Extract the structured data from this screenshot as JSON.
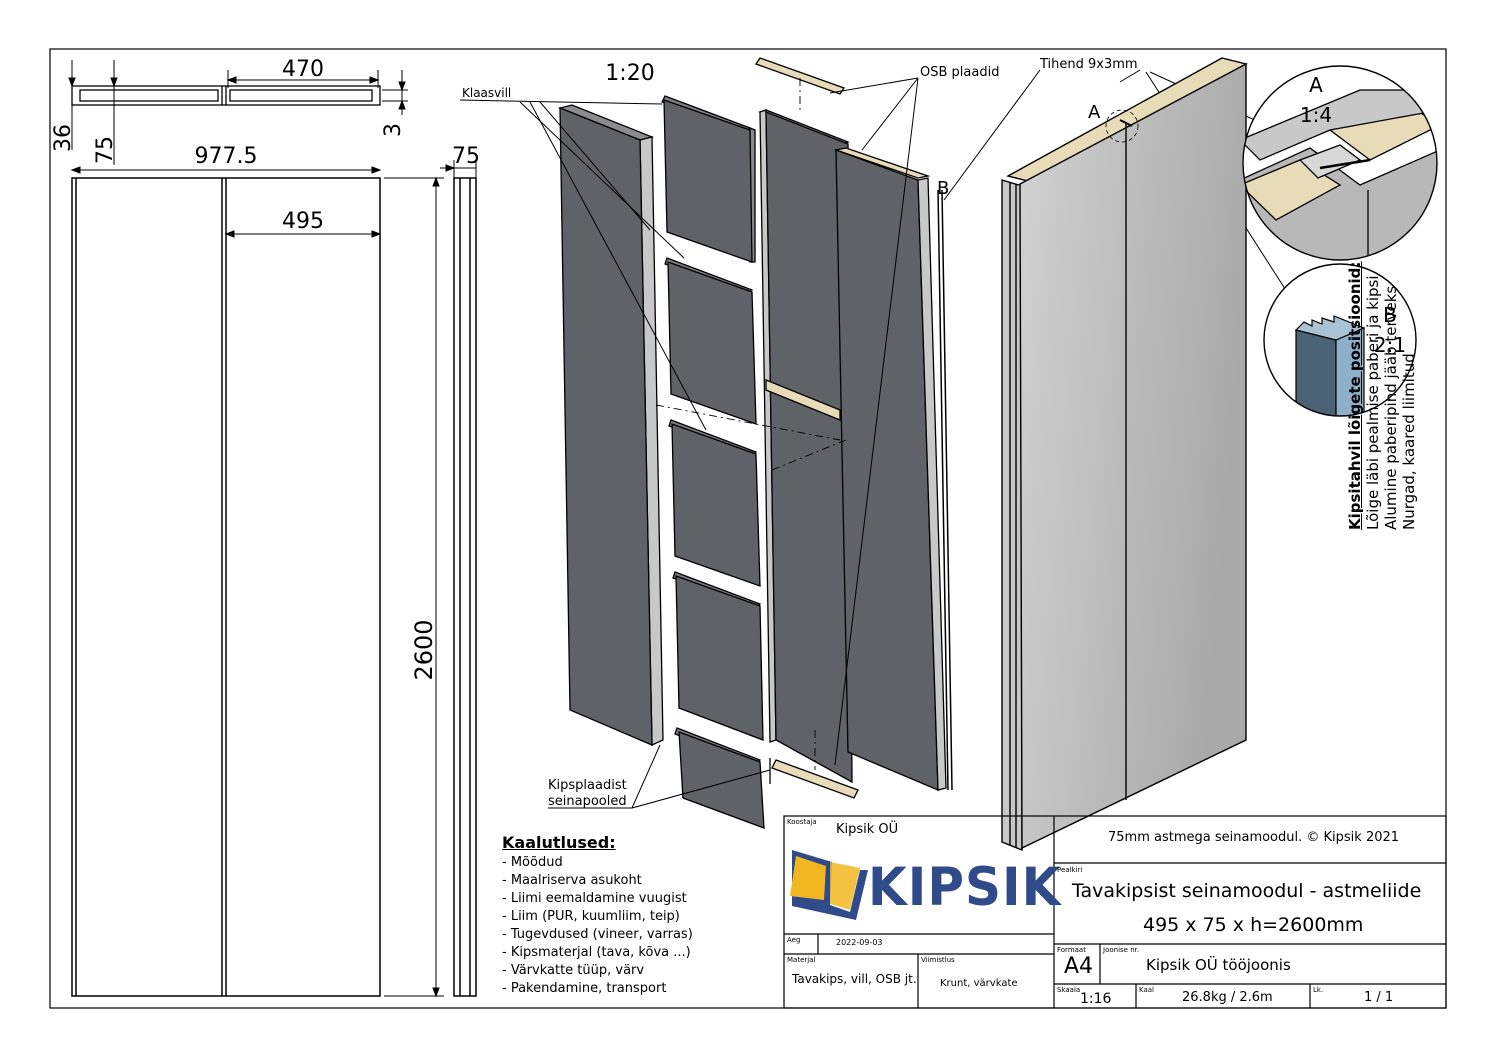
{
  "dimensions": {
    "d470": "470",
    "d36": "36",
    "d75_top": "75",
    "d3": "3",
    "d977": "977.5",
    "d75_side": "75",
    "d495": "495",
    "d2600": "2600"
  },
  "scale_label": "1:20",
  "labels": {
    "klaasvill": "Klaasvill",
    "osb": "OSB plaadid",
    "tihend": "Tihend 9x3mm",
    "kips_line1": "Kipsplaadist",
    "kips_line2": "seinapooled",
    "marker_a": "A",
    "marker_b": "B"
  },
  "details": {
    "a_letter": "A",
    "a_scale": "1:4",
    "b_letter": "B",
    "b_scale": "2:1"
  },
  "vertical_note": {
    "title": "Kipsitahvil lõigete positsioonid:",
    "line1": "Lõige läbi pealmise paberi ja kipsi",
    "line2": "Alumine paberipind jääb terveks",
    "line3": "Nurgad, kaared liimitud"
  },
  "considerations": {
    "title": "Kaalutlused",
    "colon": ":",
    "items": [
      "- Mõõdud",
      "- Maalriserva asukoht",
      "- Liimi eemaldamine vuugist",
      "- Liim (PUR, kuumliim, teip)",
      "- Tugevdused (vineer, varras)",
      "- Kipsmaterjal (tava, kõva ...)",
      "- Värvkatte tüüp, värv",
      "- Pakendamine, transport"
    ]
  },
  "title_block": {
    "koostaja_label": "Koostaja",
    "company": "Kipsik OÜ",
    "logo_text": "KIPSIK",
    "copyright": "75mm astmega seinamoodul. © Kipsik 2021",
    "pealkiri_label": "Pealkiri",
    "title_line1": "Tavakipsist seinamoodul - astmeliide",
    "title_line2": "495 x 75 x h=2600mm",
    "aeg_label": "Aeg",
    "date": "2022-09-03",
    "formaat_label": "Formaat",
    "format": "A4",
    "joonise_label": "Joonise nr.",
    "drawing_type": "Kipsik OÜ tööjoonis",
    "materjal_label": "Materjal",
    "material": "Tavakips, vill, OSB jt.",
    "viimistlus_label": "Viimistlus",
    "finish": "Krunt, värvkate",
    "skaala_label": "Skaala",
    "scale": "1:16",
    "kaal_label": "Kaal",
    "weight": "26.8kg / 2.6m",
    "lk_label": "Lk.",
    "page": "1 / 1"
  },
  "colors": {
    "panel_dark": "#5c5f63",
    "panel_mid": "#737679",
    "panel_light": "#b3b3b3",
    "osb": "#e8dcb8",
    "detail_b_front": "#4b6274",
    "detail_b_side": "#8eb0c8",
    "logo_blue": "#2f4b8a",
    "logo_yellow": "#f2b720"
  }
}
